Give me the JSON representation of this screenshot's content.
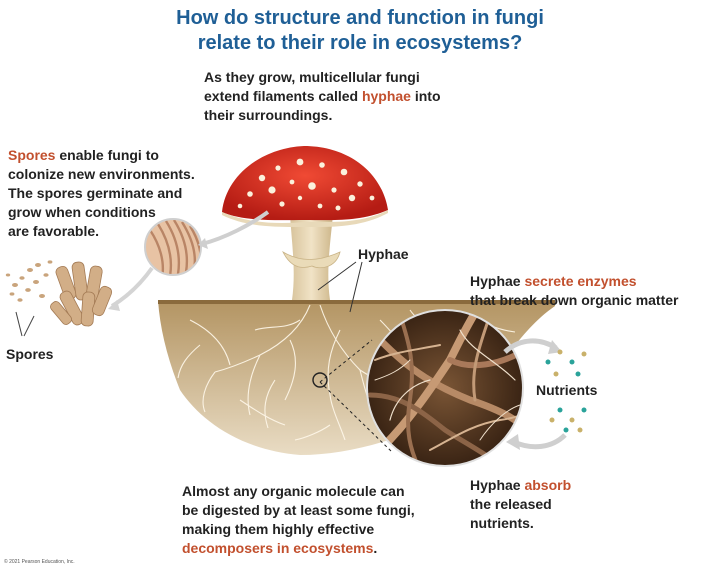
{
  "title": {
    "line1": "How do structure and function in fungi",
    "line2": "relate to their role in ecosystems?"
  },
  "captions": {
    "growth": {
      "line1": "As they grow, multicellular fungi",
      "line2_before": "extend filaments called ",
      "line2_highlight": "hyphae",
      "line2_after": " into",
      "line3": "their surroundings."
    },
    "spores": {
      "line1_highlight": "Spores",
      "line1_after": " enable fungi to",
      "line2": "colonize new environments.",
      "line3": "The spores germinate and",
      "line4": "grow when conditions",
      "line5": "are favorable."
    },
    "enzymes": {
      "line1_before": "Hyphae ",
      "line1_highlight": "secrete enzymes",
      "line2": "that break down organic matter"
    },
    "absorb": {
      "line1_before": "Hyphae ",
      "line1_highlight": "absorb",
      "line2": "the released",
      "line3": "nutrients."
    },
    "decomposers": {
      "line1": "Almost any organic molecule can",
      "line2": "be digested by at least some fungi,",
      "line3": "making them highly effective",
      "line4_highlight": "decomposers in ecosystems",
      "line4_after": "."
    }
  },
  "labels": {
    "hyphae": "Hyphae",
    "spores": "Spores",
    "nutrients": "Nutrients"
  },
  "copyright": "© 2021 Pearson Education, Inc.",
  "colors": {
    "title": "#1f5f96",
    "highlight": "#c2502e",
    "cap_red": "#d92b1f",
    "stalk": "#e8d6b2",
    "soil": "#8a6a3c"
  }
}
